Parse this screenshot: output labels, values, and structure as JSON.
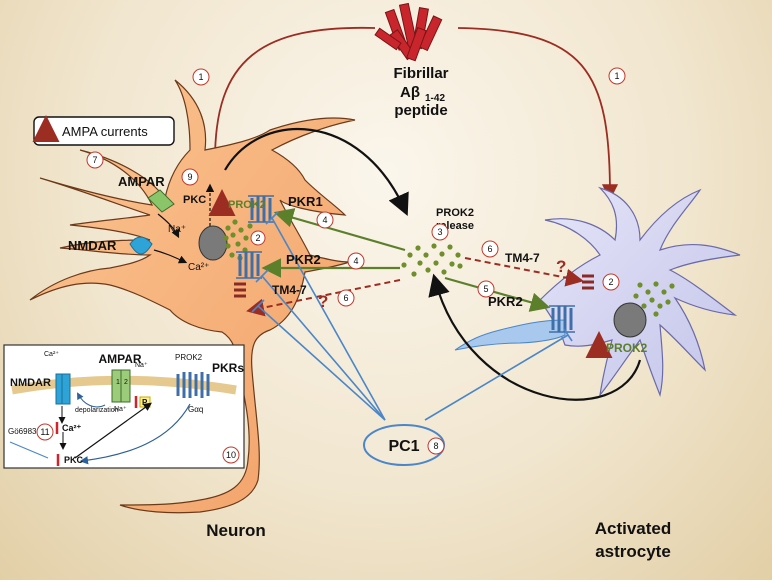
{
  "labels": {
    "fibrillar": "Fibrillar",
    "abeta": "Aβ",
    "abeta_sub": "1-42",
    "peptide": "peptide",
    "ampa_currents": "AMPA currents",
    "ampar": "AMPAR",
    "nmdar": "NMDAR",
    "na": "Na⁺",
    "ca": "Ca²⁺",
    "pkc": "PKC",
    "prok2": "PROK2",
    "pkr1": "PKR1",
    "pkr2": "PKR2",
    "tm47": "TM4-7",
    "prok2_release_1": "PROK2",
    "prok2_release_2": "release",
    "pkr2_astro": "PKR2",
    "tm47_astro": "TM4-7",
    "prok2_astro": "PROK2",
    "pc1": "PC1",
    "neuron": "Neuron",
    "activated": "Activated",
    "astrocyte": "astrocyte",
    "q": "?"
  },
  "steps": {
    "s1a": "1",
    "s1b": "1",
    "s2a": "2",
    "s2b": "2",
    "s3": "3",
    "s4a": "4",
    "s4b": "4",
    "s5": "5",
    "s6a": "6",
    "s6b": "6",
    "s7": "7",
    "s8": "8",
    "s9": "9",
    "s10": "10",
    "s11": "11"
  },
  "inset": {
    "ca": "Ca²⁺",
    "ampar": "AMPAR",
    "na_top": "Na⁺",
    "prok2": "PROK2",
    "nmdar": "NMDAR",
    "pkrs": "PKRs",
    "ch1": "1",
    "ch2": "2",
    "depol": "depolarization",
    "na_bottom": "Na⁺",
    "p": "P",
    "gaq": "Gαq",
    "ca2": "Ca²⁺",
    "go": "Gö6983",
    "pkc": "PKC"
  },
  "colors": {
    "neuron": "#f7b27a",
    "astrocyte": "#d6d6f2",
    "green_arrow": "#5b7f2a",
    "red_arrow": "#9b2d22",
    "blue_line": "#4a86c8",
    "receptor_blue": "#3f6fa8",
    "receptor_red": "#8b2a24",
    "granule": "#6f8f2c"
  }
}
